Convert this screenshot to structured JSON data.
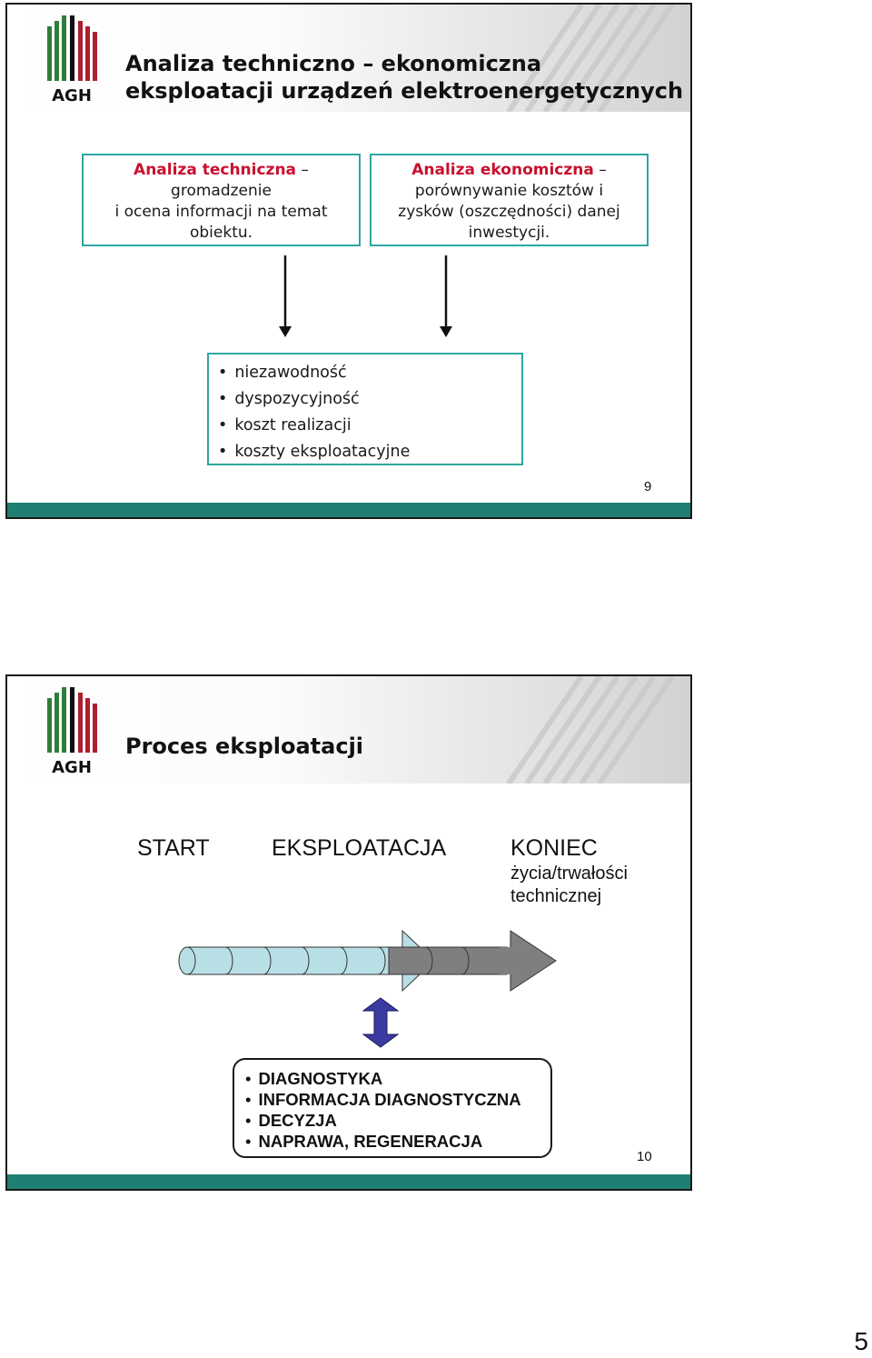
{
  "slide9": {
    "logo_text": "AGH",
    "title_line1": "Analiza techniczno – ekonomiczna",
    "title_line2": "eksploatacji urządzeń elektroenergetycznych",
    "box_left": {
      "heading": "Analiza techniczna",
      "dash": " –",
      "line1": "gromadzenie",
      "line2": "i ocena informacji na temat",
      "line3": "obiektu."
    },
    "box_right": {
      "heading": "Analiza ekonomiczna",
      "dash": " –",
      "line1": "porównywanie kosztów i",
      "line2": "zysków (oszczędności) danej",
      "line3": "inwestycji."
    },
    "criteria": [
      "niezawodność",
      "dyspozycyjność",
      "koszt realizacji",
      "koszty eksploatacyjne"
    ],
    "page_number": "9",
    "colors": {
      "accent_teal": "#2fa6a0",
      "heading_red": "#c8102e",
      "footer": "#1f7f72"
    }
  },
  "slide10": {
    "logo_text": "AGH",
    "title": "Proces eksploatacji",
    "stage_start": "START",
    "stage_middle": "EKSPLOATACJA",
    "stage_end": "KONIEC",
    "stage_end_sub1": "życia/trwałości",
    "stage_end_sub2": "technicznej",
    "activities": [
      "DIAGNOSTYKA",
      "INFORMACJA DIAGNOSTYCZNA",
      "DECYZJA",
      "NAPRAWA, REGENERACJA"
    ],
    "page_number": "10",
    "colors": {
      "pipe_light": "#b9dfe6",
      "pipe_dark": "#7f7f7f",
      "double_arrow": "#3a3aa0"
    }
  },
  "document_page_number": "5"
}
